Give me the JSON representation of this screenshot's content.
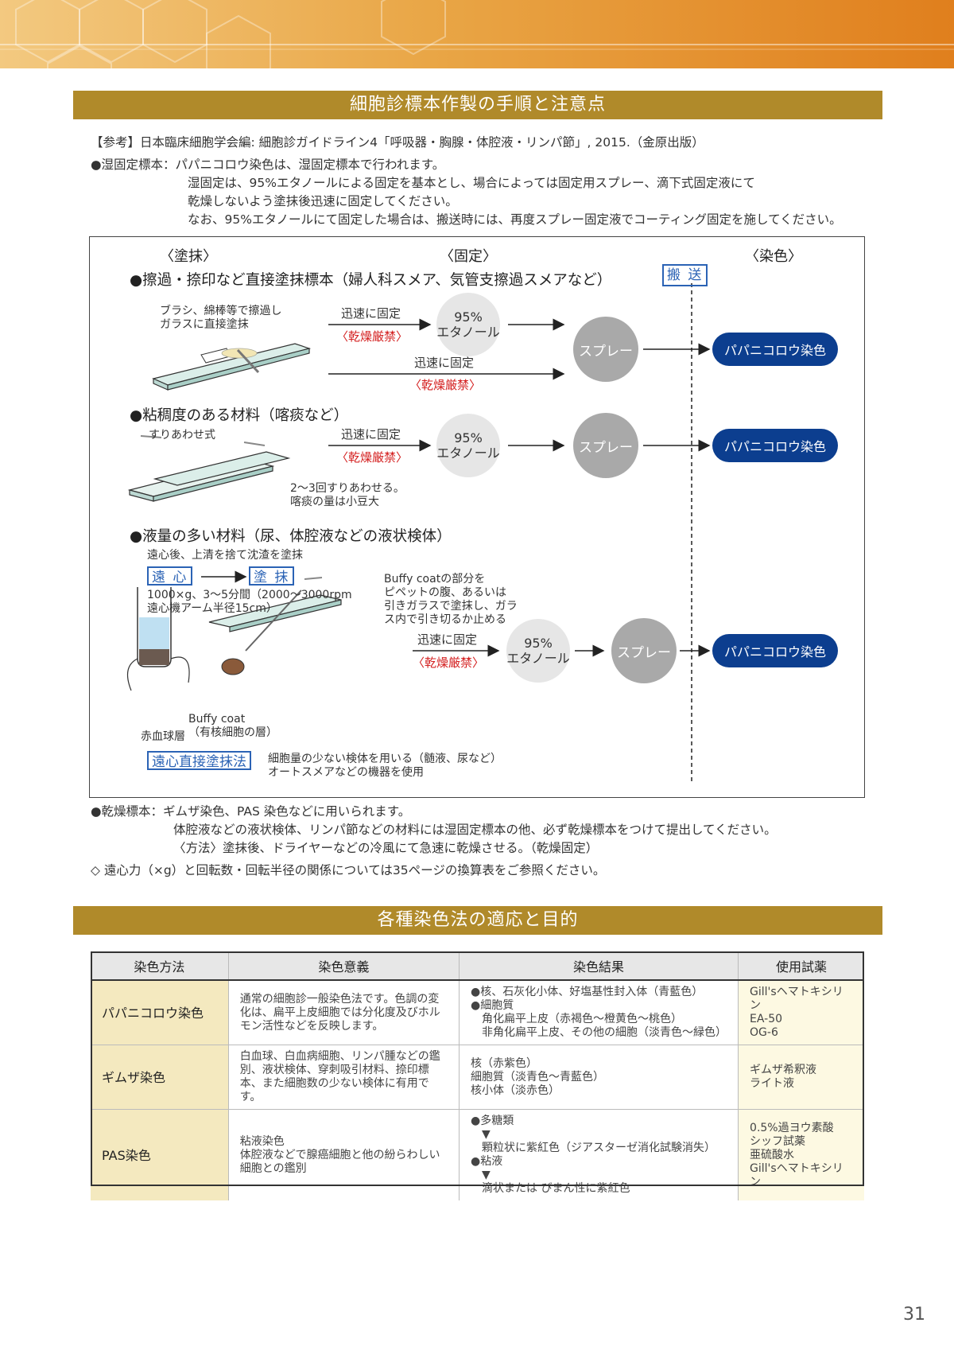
{
  "section1": {
    "title": "細胞診標本作製の手順と注意点",
    "reference": "【参考】日本臨床細胞学会編: 細胞診ガイドライン4「呼吸器・胸腺・体腔液・リンパ節」, 2015.（金原出版）",
    "wet_label": "●湿固定標本：パパニコロウ染色は、湿固定標本で行われます。",
    "wet_lines": [
      "湿固定は、95%エタノールによる固定を基本とし、場合によっては固定用スプレー、滴下式固定液にて",
      "乾燥しないよう塗抹後迅速に固定してください。",
      "なお、95%エタノールにて固定した場合は、搬送時には、再度スプレー固定液でコーティング固定を施してください。"
    ]
  },
  "diagram": {
    "col_smear": "〈塗抹〉",
    "col_fix": "〈固定〉",
    "col_stain": "〈染色〉",
    "transport": "搬 送",
    "row1": {
      "heading": "●擦過・捺印など直接塗抹標本（婦人科スメア、気管支擦過スメアなど）",
      "note_lines": [
        "ブラシ、綿棒等で擦過し",
        "ガラスに直接塗抹"
      ],
      "fix_label": "迅速に固定",
      "dry_warning": "〈乾燥厳禁〉",
      "fix_label_2": "迅速に固定",
      "dry_warning_2": "〈乾燥厳禁〉",
      "ethanol_lines": [
        "95%",
        "エタノール"
      ],
      "spray": "スプレー",
      "stain": "パパニコロウ染色"
    },
    "row2": {
      "heading": "●粘稠度のある材料（喀痰など）",
      "method": "すりあわせ式",
      "fix_label": "迅速に固定",
      "dry_warning": "〈乾燥厳禁〉",
      "ethanol_lines": [
        "95%",
        "エタノール"
      ],
      "spray": "スプレー",
      "stain": "パパニコロウ染色",
      "note_lines": [
        "2〜3回すりあわせる。",
        "喀痰の量は小豆大"
      ]
    },
    "row3": {
      "heading": "●液量の多い材料（尿、体腔液などの液状検体）",
      "subnote": "遠心後、上清を捨て沈渣を塗抹",
      "centrifuge": "遠 心",
      "smear": "塗 抹",
      "cond_lines": [
        "1000×g、3〜5分間（2000〜3000rpm",
        "遠心機アーム半径15cm）"
      ],
      "buffy_lines": [
        "Buffy coatの部分を",
        "ピペットの腹、あるいは",
        "引きガラスで塗抹し、ガラ",
        "ス内で引き切るか止める"
      ],
      "fix_label": "迅速に固定",
      "dry_warning": "〈乾燥厳禁〉",
      "ethanol_lines": [
        "95%",
        "エタノール"
      ],
      "spray": "スプレー",
      "stain": "パパニコロウ染色",
      "buffy_label": "Buffy coat",
      "buffy_sub": "（有核細胞の層）",
      "rbc_label": "赤血球層",
      "method_box": "遠心直接塗抹法",
      "method_lines": [
        "細胞量の少ない検体を用いる（髄液、尿など）",
        "オートスメアなどの機器を使用"
      ]
    }
  },
  "dry": {
    "label": "●乾燥標本：ギムザ染色、PAS 染色などに用いられます。",
    "lines": [
      "体腔液などの液状検体、リンパ節などの材料には湿固定標本の他、必ず乾燥標本をつけて提出してください。",
      "〈方法〉塗抹後、ドライヤーなどの冷風にて急速に乾燥させる。（乾燥固定）"
    ],
    "note": "◇ 遠心力（×g）と回転数・回転半径の関係については35ページの換算表をご参照ください。"
  },
  "section2": {
    "title": "各種染色法の適応と目的",
    "headers": [
      "染色方法",
      "染色意義",
      "染色結果",
      "使用試薬"
    ],
    "rows": [
      {
        "method": "パパニコロウ染色",
        "meaning": "通常の細胞診一般染色法です。色調の変化は、扁平上皮細胞では分化度及びホルモン活性などを反映します。",
        "result": [
          "●核、石灰化小体、好塩基性封入体（青藍色）",
          "●細胞質",
          "　角化扁平上皮（赤褐色〜橙黄色〜桃色）",
          "　非角化扁平上皮、その他の細胞（淡青色〜緑色）"
        ],
        "reagent": [
          "Gill'sヘマトキシリン",
          "EA-50",
          "OG-6"
        ]
      },
      {
        "method": "ギムザ染色",
        "meaning": "白血球、白血病細胞、リンパ腫などの鑑別、液状検体、穿刺吸引材料、捺印標本、また細胞数の少ない検体に有用です。",
        "result": [
          "核（赤紫色）",
          "細胞質（淡青色〜青藍色）",
          "核小体（淡赤色）"
        ],
        "reagent": [
          "ギムザ希釈液",
          "ライト液"
        ]
      },
      {
        "method": "PAS染色",
        "meaning": "粘液染色\n体腔液などで腺癌細胞と他の紛らわしい細胞との鑑別",
        "result": [
          "●多糖類",
          "　▼",
          "　顆粒状に紫紅色（ジアスターゼ消化試験消失）",
          "●粘液",
          "　▼",
          "　滴状または びまん性に紫紅色"
        ],
        "reagent": [
          "0.5%過ヨウ素酸",
          "シッフ試薬",
          "亜硫酸水",
          "Gill'sヘマトキシリン"
        ]
      }
    ]
  },
  "page_number": "31",
  "colors": {
    "section_bar": "#b08a2a",
    "stain_pill": "#0c3e8f",
    "warning_red": "#d42020",
    "box_blue": "#2b63b5"
  }
}
